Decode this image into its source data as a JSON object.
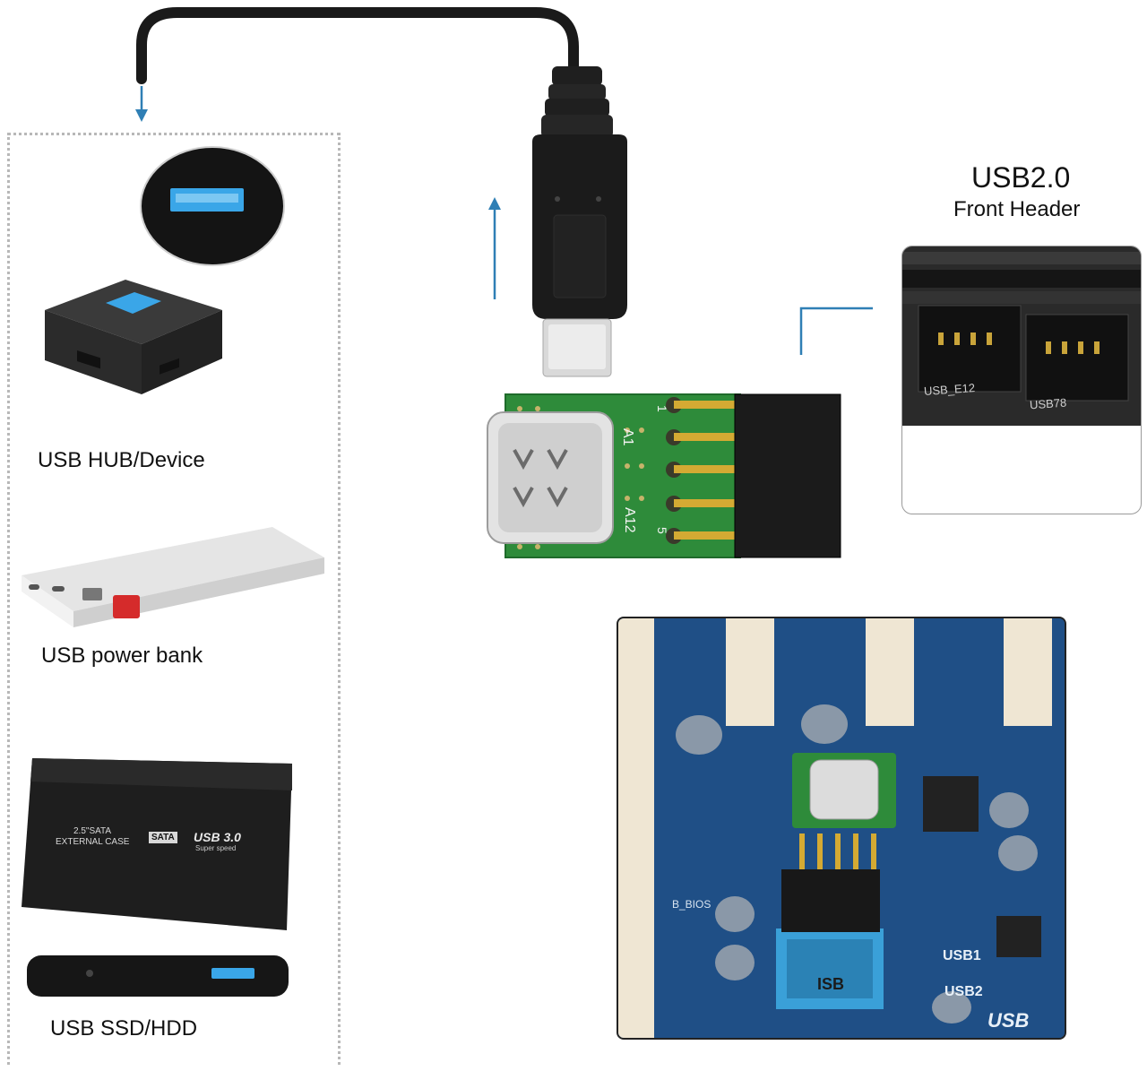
{
  "labels": {
    "header_title": "USB2.0",
    "header_subtitle": "Front Header",
    "hub": "USB HUB/Device",
    "powerbank": "USB power bank",
    "ssd": "USB SSD/HDD"
  },
  "board_text": {
    "pin_a1": "A1",
    "pin_a12": "A12",
    "pin_1": "1",
    "pin_5": "5"
  },
  "motherboard_text": {
    "header_left": "USB_E12",
    "header_right": "USB78",
    "usb1": "USB1",
    "usb2": "USB2",
    "silk_sb": "ISB",
    "bios": "B_BIOS",
    "usb_bottom": "USB"
  },
  "enclosure_text": {
    "line1": "2.5\"SATA",
    "line2": "EXTERNAL CASE",
    "usb3": "USB 3.0",
    "speed": "Super speed",
    "logo": "SATA"
  },
  "colors": {
    "arrow_blue": "#2f7fb5",
    "pcb_green": "#2e8b3a",
    "usb3_blue": "#3aa6e8",
    "cable_black": "#1a1a1a"
  }
}
